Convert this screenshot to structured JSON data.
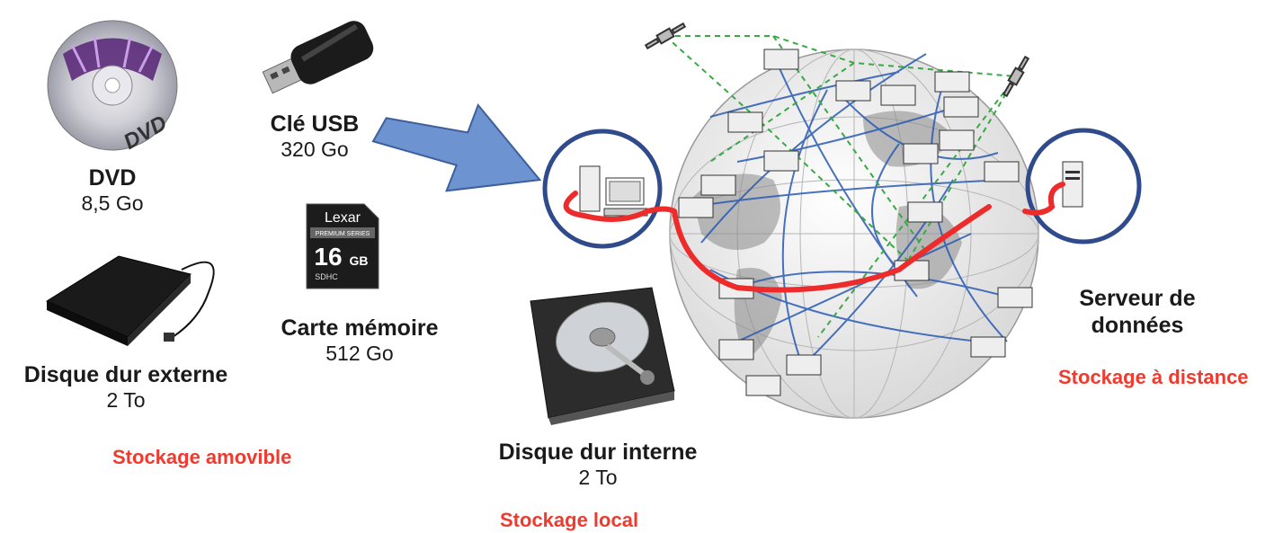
{
  "devices": {
    "dvd": {
      "name": "DVD",
      "size": "8,5 Go",
      "disc_label": "DVD"
    },
    "usb": {
      "name": "Clé USB",
      "size": "320 Go"
    },
    "card": {
      "name": "Carte mémoire",
      "size": "512 Go",
      "brand": "Lexar",
      "series": "PREMIUM SERIES",
      "capacity": "16",
      "unit": "GB",
      "type": "SDHC"
    },
    "external_hdd": {
      "name": "Disque dur externe",
      "size": "2 To"
    },
    "internal_hdd": {
      "name": "Disque dur interne",
      "size": "2 To"
    },
    "server": {
      "name_line1": "Serveur de",
      "name_line2": "données"
    }
  },
  "categories": {
    "removable": "Stockage amovible",
    "local": "Stockage local",
    "remote": "Stockage à distance"
  },
  "colors": {
    "accent_red": "#f03a2e",
    "arrow_blue": "#6d93d1",
    "circle_blue": "#2f4b8c",
    "network_blue": "#2a5ab2",
    "sat_green": "#39a845",
    "path_red": "#ee2b2b"
  },
  "icons": [
    "dvd-icon",
    "usb-key-icon",
    "memory-card-icon",
    "external-hdd-icon",
    "internal-hdd-icon",
    "computer-icon",
    "server-icon",
    "globe-network-icon",
    "satellite-icon",
    "arrow-icon"
  ]
}
